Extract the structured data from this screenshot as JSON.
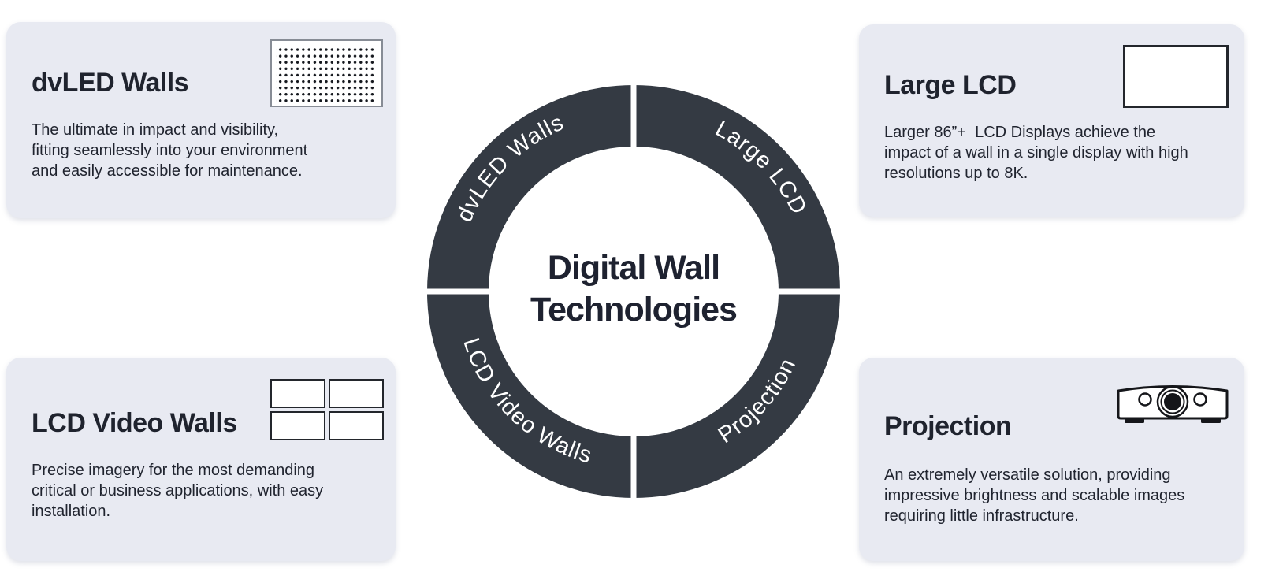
{
  "diagram": {
    "center_title_lines": [
      "Digital Wall",
      "Technologies"
    ],
    "ring_labels": {
      "top_left": "dvLED Walls",
      "top_right": "Large LCD",
      "bottom_left": "LCD Video Walls",
      "bottom_right": "Projection"
    }
  },
  "cards": {
    "dvled": {
      "title": "dvLED Walls",
      "icon": "led-dot-matrix-icon",
      "body_lines": [
        "The ultimate in impact and visibility,",
        "fitting seamlessly into your environment",
        "and easily accessible for maintenance."
      ]
    },
    "large_lcd": {
      "title": "Large LCD",
      "icon": "single-display-icon",
      "body_lines": [
        "Larger 86”+  LCD Displays achieve the",
        "impact of a wall in a single display with high",
        "resolutions up to 8K."
      ]
    },
    "lcd_video": {
      "title": "LCD Video Walls",
      "icon": "video-wall-grid-icon",
      "body_lines": [
        "Precise imagery for the most demanding",
        "critical or business applications, with easy",
        "installation."
      ]
    },
    "projection": {
      "title": "Projection",
      "icon": "projector-icon",
      "body_lines": [
        "An extremely versatile solution, providing",
        "impressive brightness and scalable images",
        "requiring little infrastructure."
      ]
    }
  },
  "colors": {
    "card_background": "#e8eaf2",
    "ring": "#343a43",
    "ring_label_text": "#ffffff",
    "heading_text": "#1f232e",
    "body_text": "#20242f",
    "page_background": "#ffffff"
  }
}
